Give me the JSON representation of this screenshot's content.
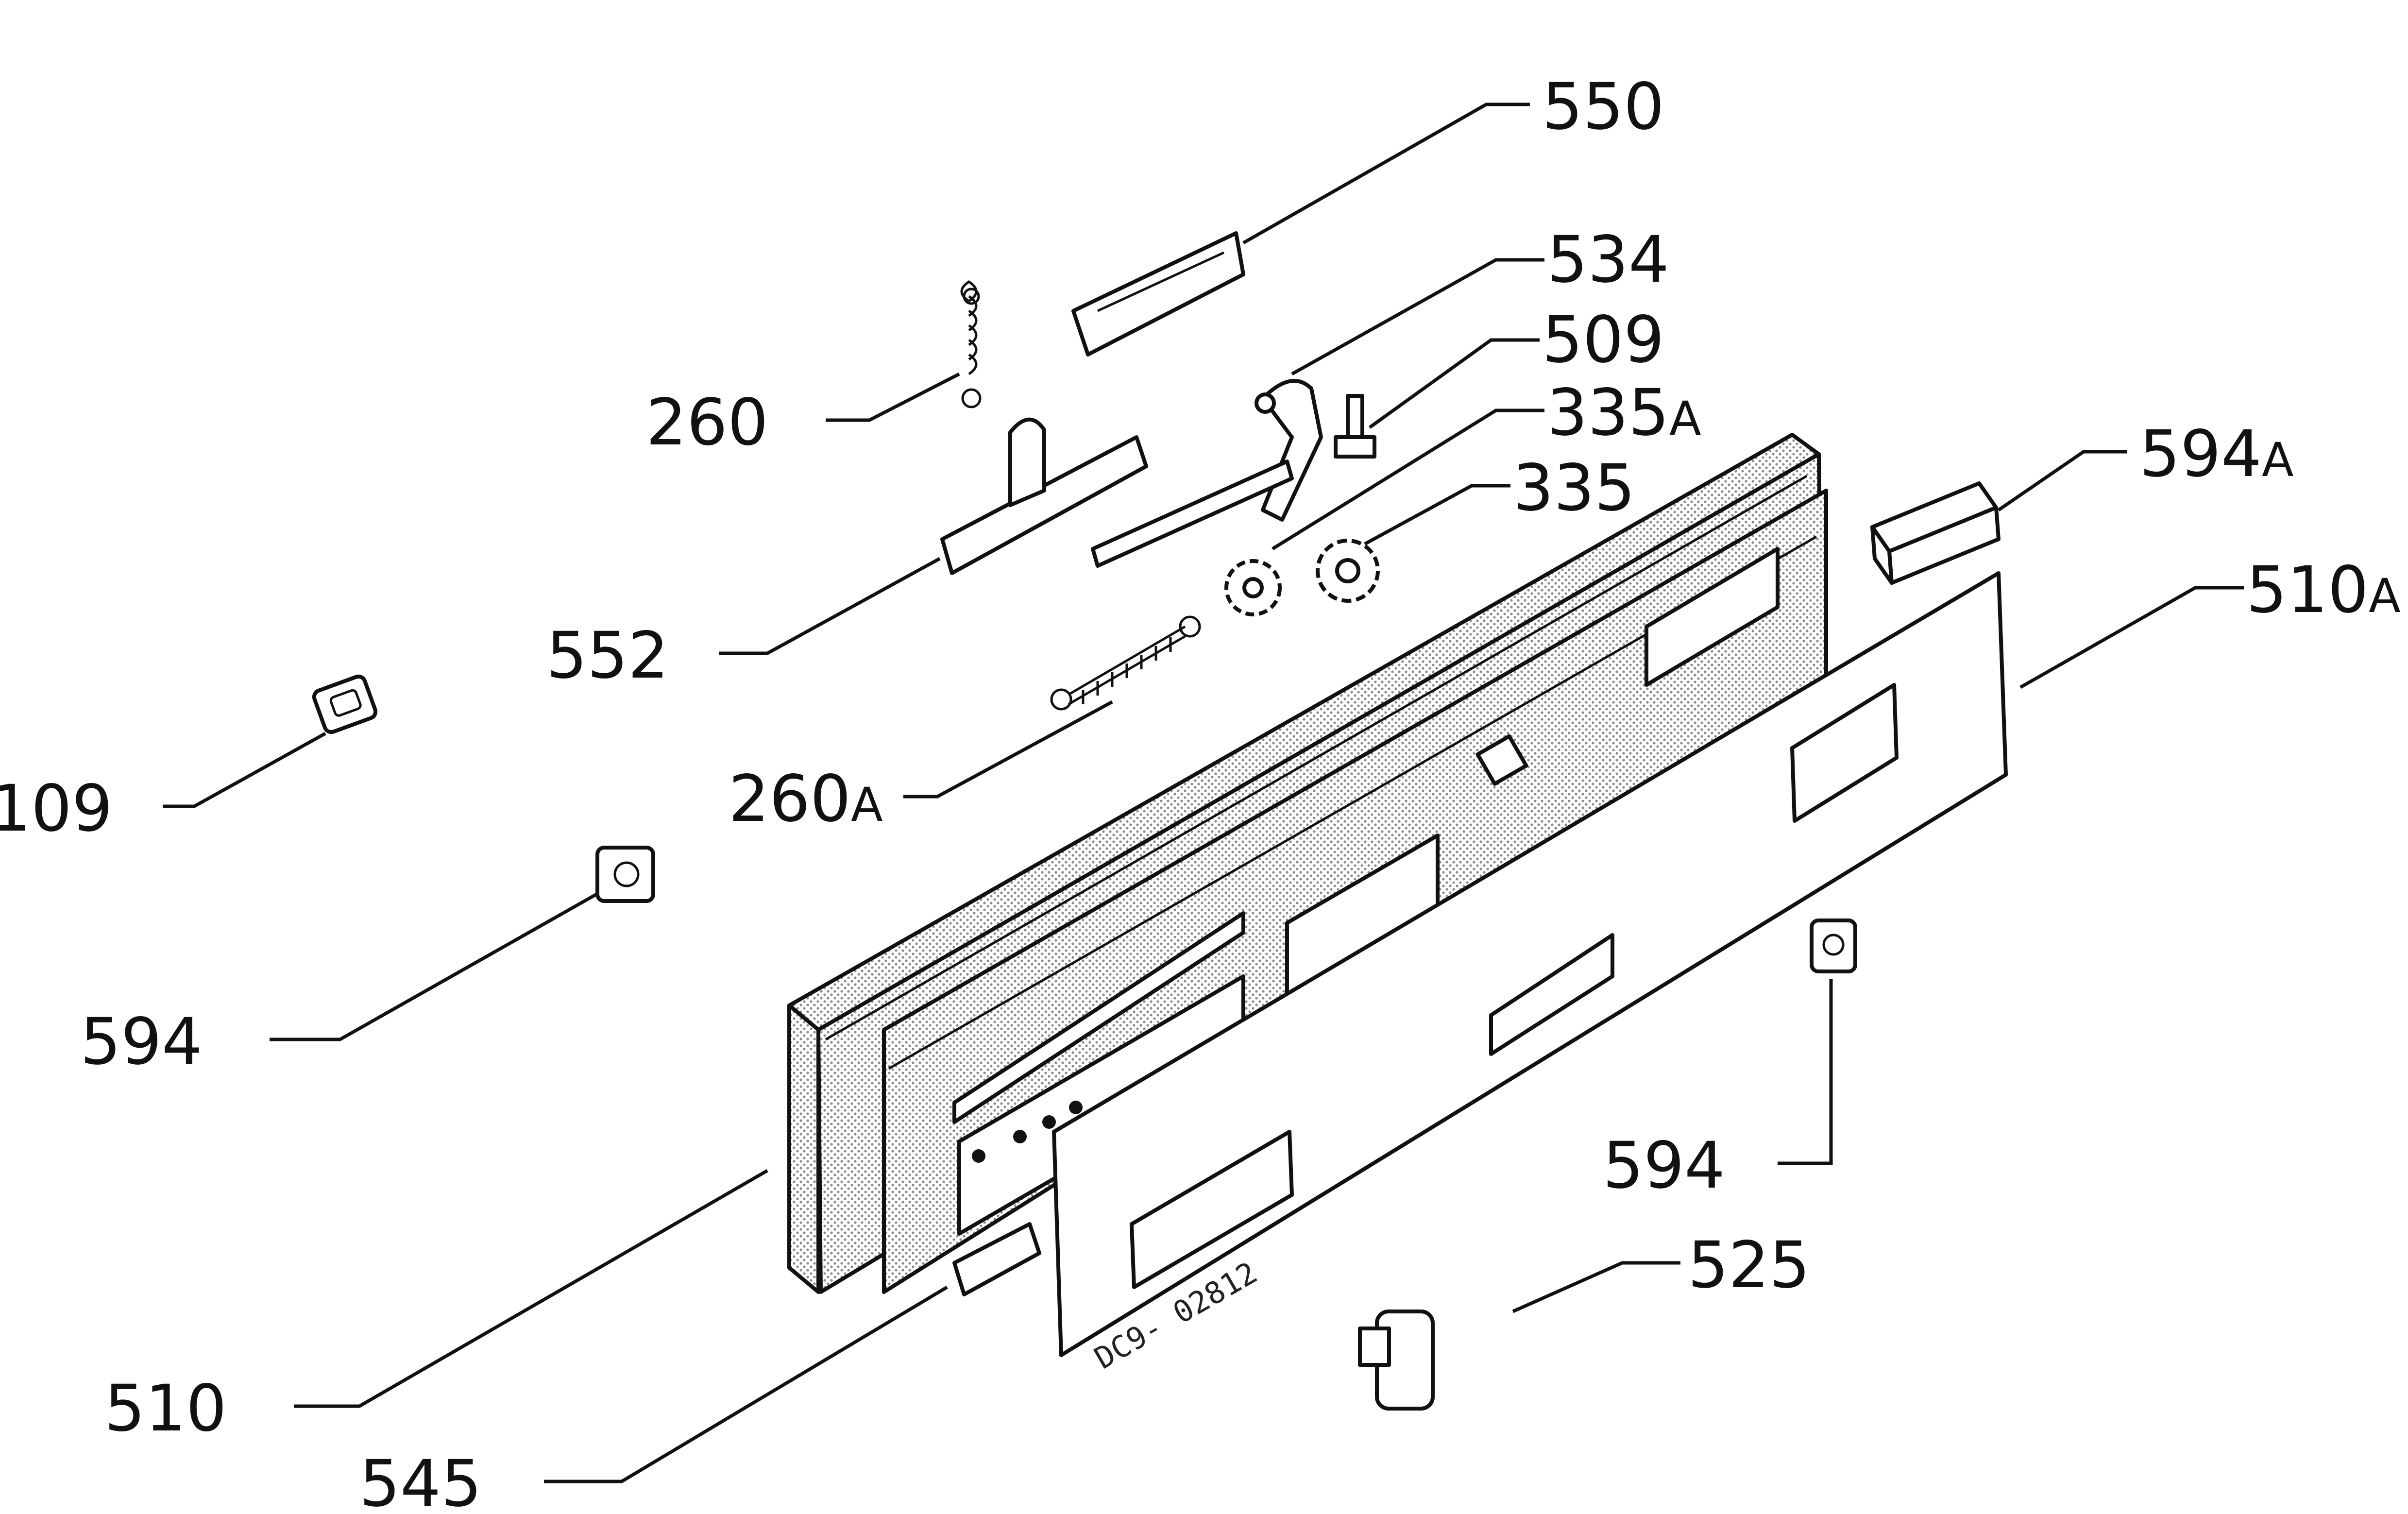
{
  "callouts": [
    {
      "id": "550",
      "number": "550",
      "suffix": ""
    },
    {
      "id": "534",
      "number": "534",
      "suffix": ""
    },
    {
      "id": "509",
      "number": "509",
      "suffix": ""
    },
    {
      "id": "335a",
      "number": "335",
      "suffix": "A"
    },
    {
      "id": "335",
      "number": "335",
      "suffix": ""
    },
    {
      "id": "594a",
      "number": "594",
      "suffix": "A"
    },
    {
      "id": "510a",
      "number": "510",
      "suffix": "A"
    },
    {
      "id": "260",
      "number": "260",
      "suffix": ""
    },
    {
      "id": "552",
      "number": "552",
      "suffix": ""
    },
    {
      "id": "260a",
      "number": "260",
      "suffix": "A"
    },
    {
      "id": "109",
      "number": "109",
      "suffix": ""
    },
    {
      "id": "594-left",
      "number": "594",
      "suffix": ""
    },
    {
      "id": "594-right",
      "number": "594",
      "suffix": ""
    },
    {
      "id": "525",
      "number": "525",
      "suffix": ""
    },
    {
      "id": "510",
      "number": "510",
      "suffix": ""
    },
    {
      "id": "545",
      "number": "545",
      "suffix": ""
    }
  ],
  "drawing_code": "DC9- 02812",
  "colors": {
    "ink": "#111111",
    "paper": "#ffffff",
    "shade": "#9a9a9a"
  }
}
